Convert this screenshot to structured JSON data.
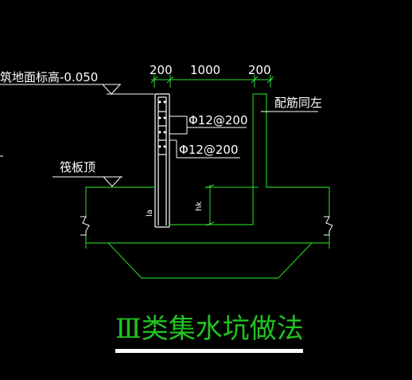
{
  "drawing": {
    "building_floor_elevation": "筑地面标高-0.050",
    "raft_top_label": "筏板顶",
    "dim_left": "200",
    "dim_middle": "1000",
    "dim_right": "200",
    "rebar_upper": "Φ12@200",
    "rebar_lower": "Φ12@200",
    "rebar_same_as_left": "配筋同左",
    "dim_la": "la",
    "dim_hk": "hk",
    "title": "Ⅲ类集水坑做法",
    "colors": {
      "background": "#000000",
      "line_white": "#ffffff",
      "line_green": "#22c322",
      "dim_green": "#32d932",
      "title_green": "#22c322"
    }
  }
}
